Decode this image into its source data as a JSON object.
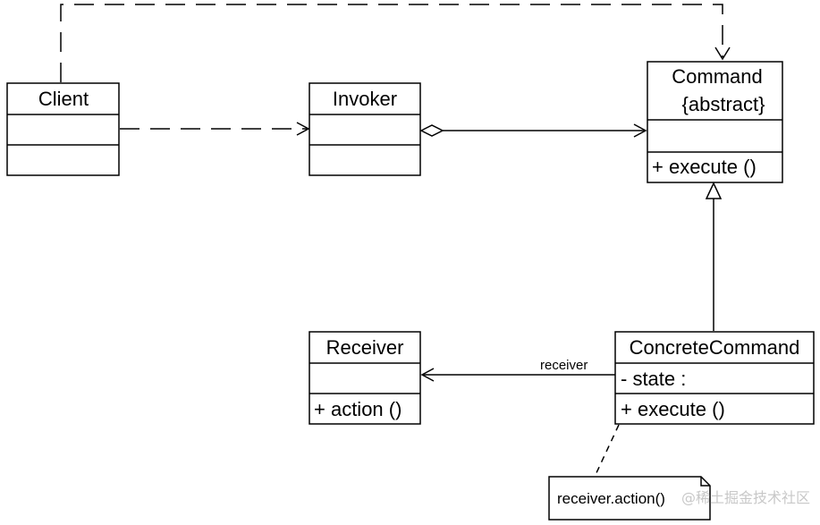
{
  "classes": {
    "client": {
      "name": "Client"
    },
    "invoker": {
      "name": "Invoker"
    },
    "command": {
      "name": "Command",
      "stereotype": "{abstract}",
      "operations": [
        "+ execute ()"
      ]
    },
    "receiver": {
      "name": "Receiver",
      "operations": [
        "+ action ()"
      ]
    },
    "concrete_command": {
      "name": "ConcreteCommand",
      "attributes": [
        "- state :"
      ],
      "operations": [
        "+ execute ()"
      ]
    }
  },
  "associations": {
    "receiver_label": "receiver"
  },
  "note": {
    "text": "receiver.action()"
  },
  "watermark": {
    "text": "@稀土掘金技术社区"
  }
}
